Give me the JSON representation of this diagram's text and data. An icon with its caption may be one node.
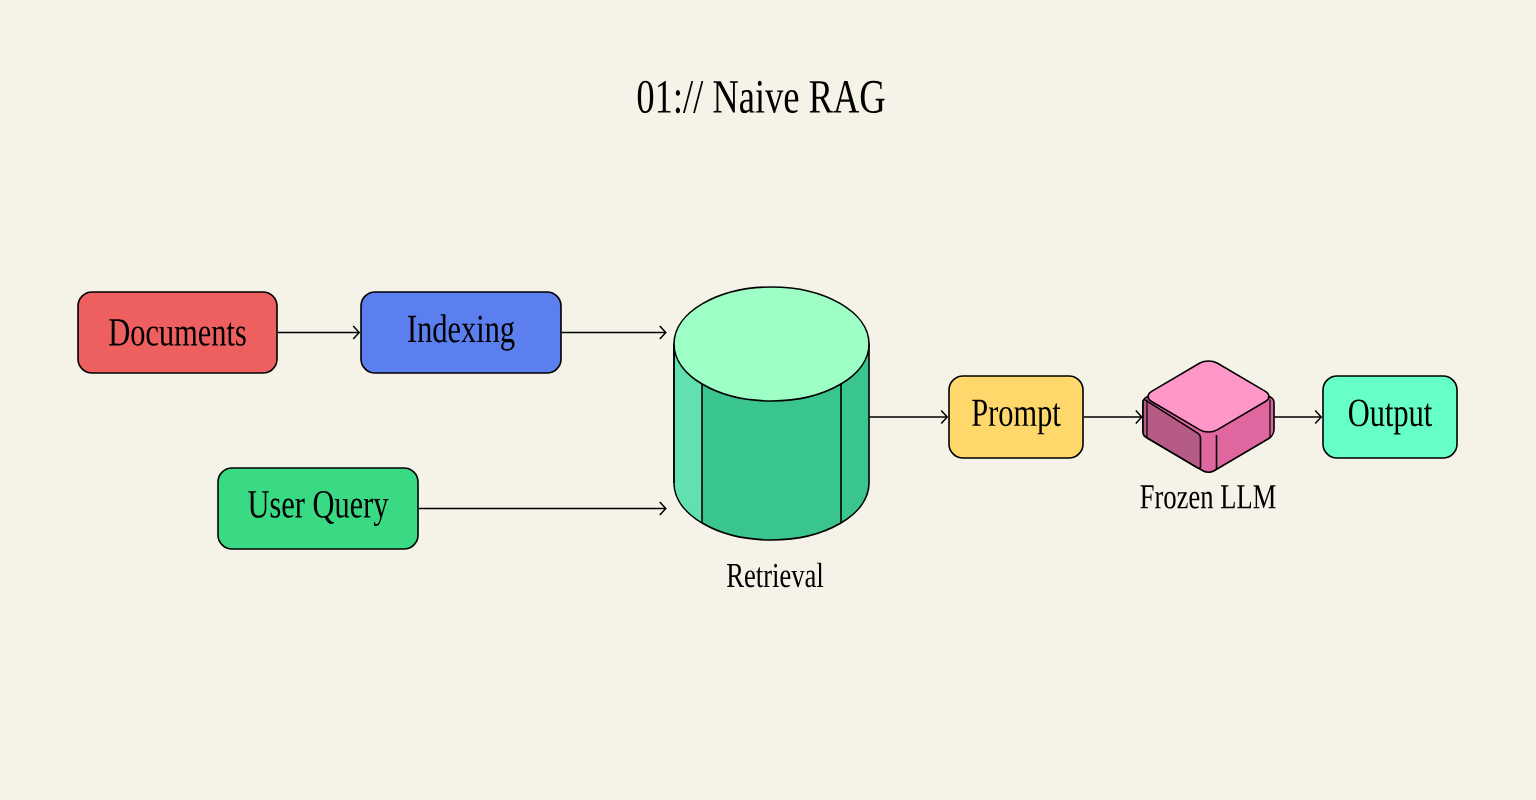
{
  "diagram": {
    "title": "01:// Naive RAG",
    "nodes": [
      {
        "text": [
          "Documents"
        ]
      },
      {
        "text": [
          "Indexing"
        ]
      },
      {
        "text": [
          "User Query"
        ]
      },
      {
        "text": [],
        "shape": "cylinder",
        "beside": [
          "Retrieval"
        ]
      },
      {
        "text": [
          "Prompt"
        ]
      },
      {
        "text": [],
        "shape": "cube",
        "beside": [
          "Frozen LLM"
        ]
      },
      {
        "text": [
          "Output"
        ]
      }
    ],
    "edges": [
      {
        "from": 0,
        "to": 1,
        "arrow": "to"
      },
      {
        "from": 1,
        "to": 3,
        "arrow": "to"
      },
      {
        "from": 2,
        "to": 3,
        "arrow": "to"
      },
      {
        "from": 3,
        "to": 4,
        "arrow": "to"
      },
      {
        "from": 4,
        "to": 5,
        "arrow": "to"
      },
      {
        "from": 5,
        "to": 6,
        "arrow": "to"
      }
    ]
  }
}
